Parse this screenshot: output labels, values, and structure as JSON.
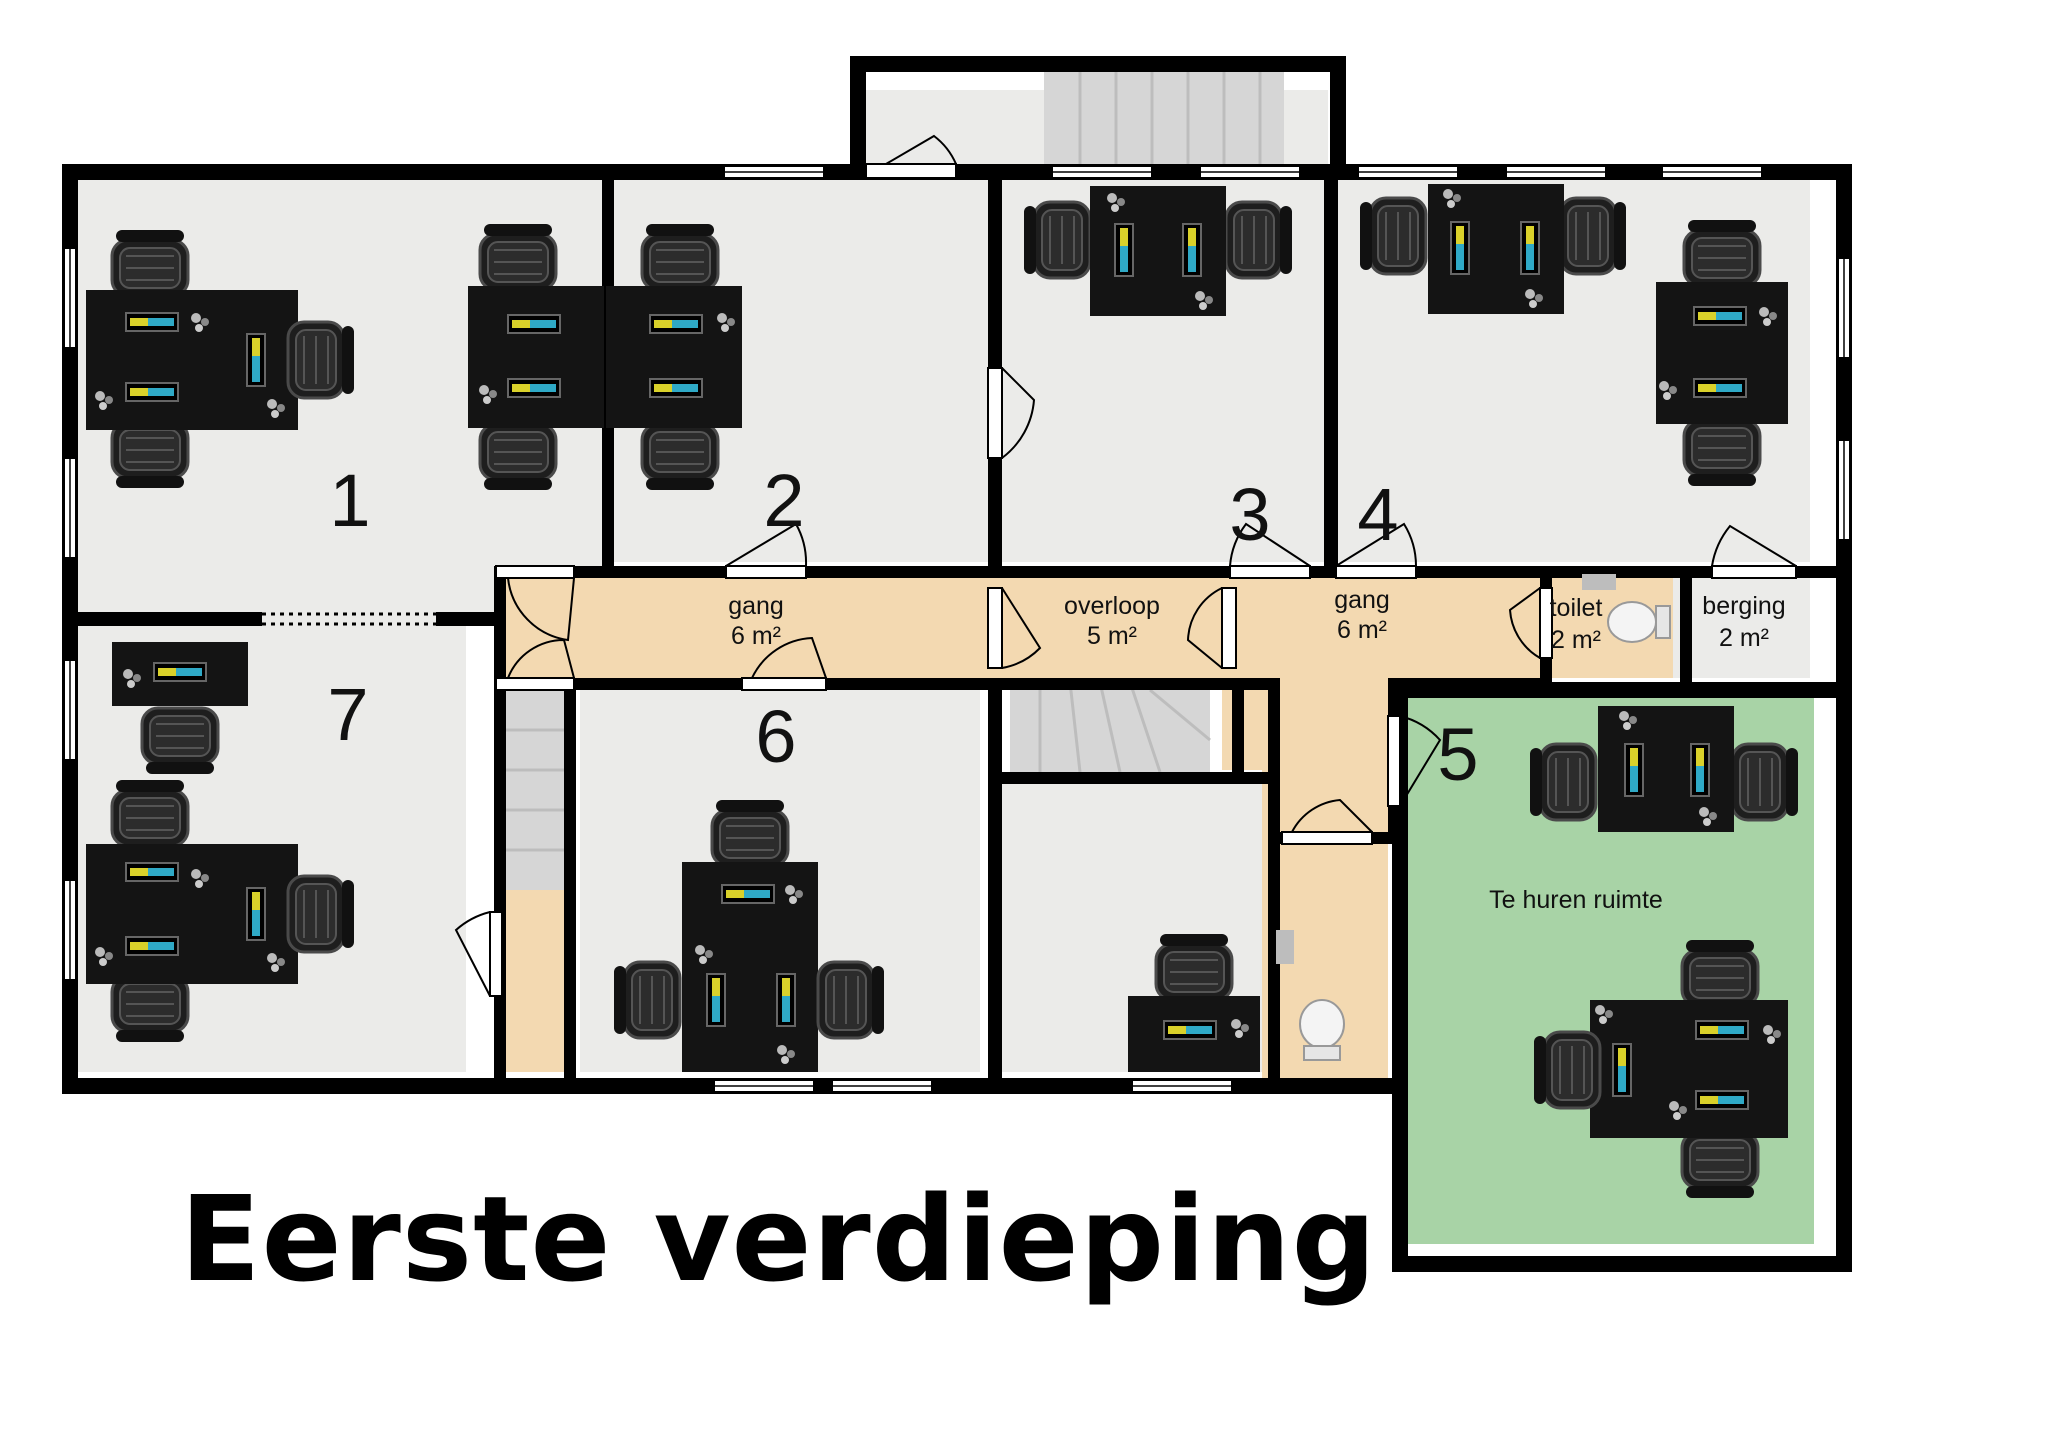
{
  "title": "Eerste verdieping",
  "colors": {
    "wall": "#000000",
    "office_floor": "#ebebe9",
    "corridor_floor": "#f3d9b1",
    "rental_floor": "#a8d3a6",
    "stairs": "#d6d6d6",
    "desk": "#141414",
    "screen_accent": "#2fa9c6"
  },
  "rooms": [
    {
      "id": "room-1",
      "number": "1"
    },
    {
      "id": "room-2",
      "number": "2"
    },
    {
      "id": "room-3",
      "number": "3"
    },
    {
      "id": "room-4",
      "number": "4"
    },
    {
      "id": "room-5",
      "number": "5"
    },
    {
      "id": "room-6",
      "number": "6"
    },
    {
      "id": "room-7",
      "number": "7"
    }
  ],
  "areas": {
    "gang_west": {
      "name": "gang",
      "size": "6 m²"
    },
    "overloop": {
      "name": "overloop",
      "size": "5 m²"
    },
    "gang_east": {
      "name": "gang",
      "size": "6 m²"
    },
    "toilet": {
      "name": "toilet",
      "size": "2 m²"
    },
    "berging": {
      "name": "berging",
      "size": "2 m²"
    },
    "rental": {
      "name": "Te huren ruimte"
    }
  }
}
